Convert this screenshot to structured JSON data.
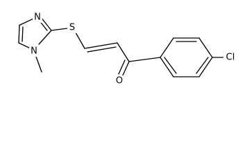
{
  "molecule": {
    "atoms": {
      "n_ring": "N",
      "n_methyl": "N",
      "sulfur": "S",
      "oxygen": "O",
      "chlorine": "Cl"
    }
  }
}
